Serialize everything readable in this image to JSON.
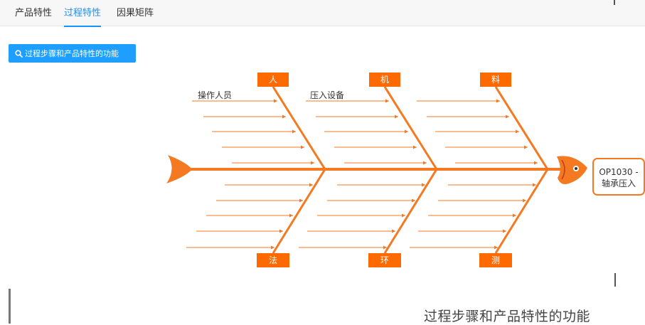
{
  "tabs": [
    {
      "label": "产品特性",
      "active": false
    },
    {
      "label": "过程特性",
      "active": true
    },
    {
      "label": "因果矩阵",
      "active": false
    }
  ],
  "toolbar": {
    "search_button_label": "过程步骤和产品特性的功能",
    "search_icon": "search-icon"
  },
  "fishbone": {
    "head_label_line1": "OP1030 -",
    "head_label_line2": "轴承压入",
    "categories_top": [
      "人",
      "机",
      "料"
    ],
    "categories_bottom": [
      "法",
      "环",
      "测"
    ],
    "causes": {
      "人": [
        "操作人员"
      ],
      "机": [
        "压入设备"
      ]
    }
  },
  "footer_title": "过程步骤和产品特性的功能",
  "colors": {
    "accent": "#1890ff",
    "button": "#1e9fff",
    "fish": "#f47920",
    "label_box": "#ff6a00"
  }
}
